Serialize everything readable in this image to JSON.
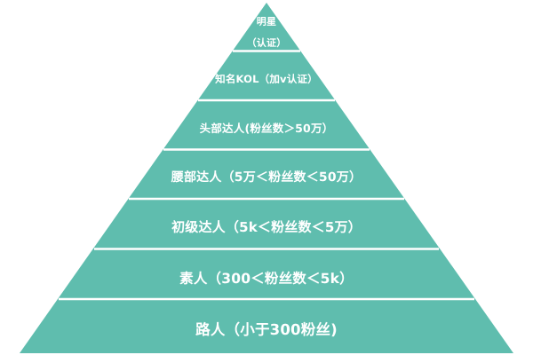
{
  "diagram": {
    "type": "pyramid",
    "background_color": "#ffffff",
    "fill_color": "#5fbdae",
    "divider_color": "#ffffff",
    "text_color": "#ffffff",
    "tier_count": 7,
    "tiers": [
      {
        "rank": 1,
        "line1": "明星",
        "line2": "（认证）"
      },
      {
        "rank": 2,
        "line1": "知名KOL（加v认证）"
      },
      {
        "rank": 3,
        "line1": "头部达人(粉丝数＞50万）"
      },
      {
        "rank": 4,
        "line1": "腰部达人（5万＜粉丝数＜50万）"
      },
      {
        "rank": 5,
        "line1": "初级达人（5k＜粉丝数＜5万）"
      },
      {
        "rank": 6,
        "line1": "素人（300＜粉丝数＜5k）"
      },
      {
        "rank": 7,
        "line1": "路人（小于300粉丝)"
      }
    ]
  }
}
